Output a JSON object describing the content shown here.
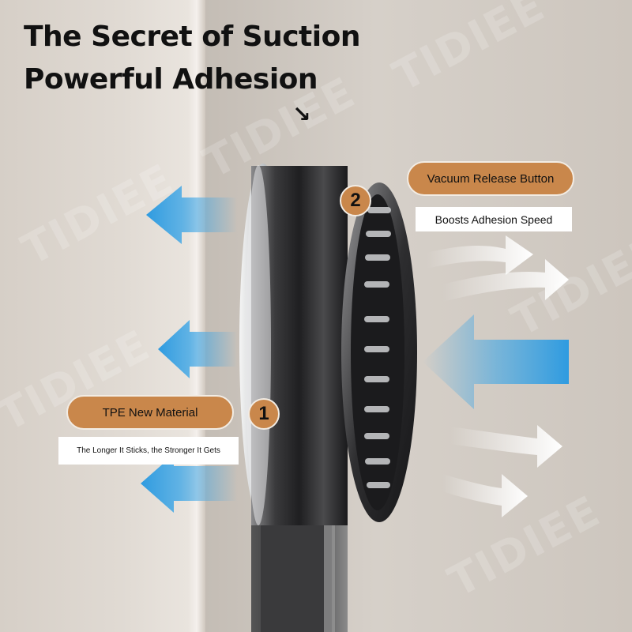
{
  "header": {
    "title_line1": "The Secret of Suction",
    "title_line2": "Powerful Adhesion"
  },
  "watermark": "TIDIEE",
  "callouts": {
    "release": {
      "number": "2",
      "label": "Vacuum Release Button",
      "caption": "Boosts Adhesion Speed"
    },
    "material": {
      "number": "1",
      "label": "TPE New Material",
      "caption": "The Longer It Sticks, the Stronger It Gets"
    }
  },
  "colors": {
    "accent": "#c9874b",
    "arrow_blue": "#3ea6e6",
    "arrow_white": "#ffffff"
  },
  "icons": [
    "down-right-arrow-icon",
    "blue-suction-arrow-icon",
    "white-outflow-arrow-icon"
  ]
}
